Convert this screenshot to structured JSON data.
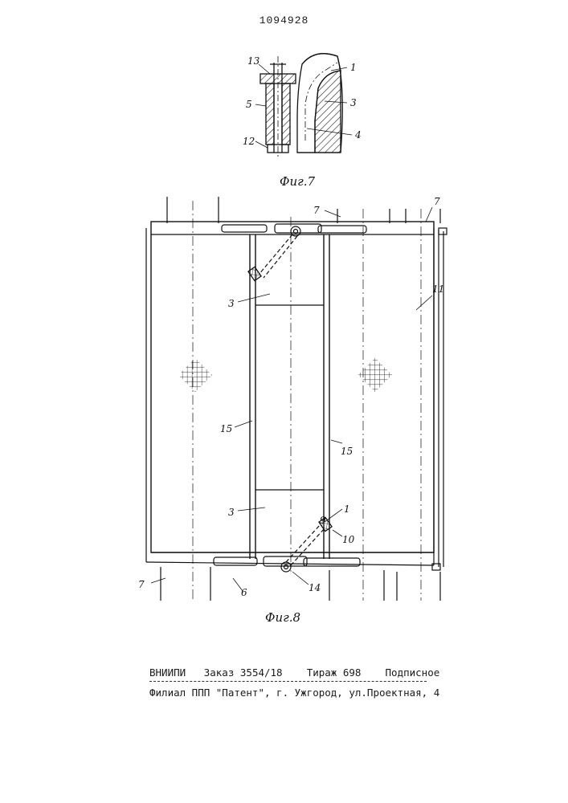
{
  "header": {
    "page_number": "1094928"
  },
  "figure7": {
    "caption": "Фиг.7",
    "labels": {
      "l13": "13",
      "l5": "5",
      "l12": "12",
      "l1": "1",
      "l3": "3",
      "l4": "4"
    }
  },
  "figure8": {
    "caption": "Фиг.8",
    "labels": {
      "l7_top_center": "7",
      "l7_top_right": "7",
      "l11": "11",
      "l3_upper": "3",
      "l15_left": "15",
      "l15_right": "15",
      "l3_lower": "3",
      "l9": "9",
      "l1": "1",
      "l10": "10",
      "l7_bottom": "7",
      "l6": "6",
      "l14": "14"
    }
  },
  "footer": {
    "org": "ВНИИПИ",
    "order": "Заказ 3554/18",
    "print_run": "Тираж 698",
    "subscription": "Подписное",
    "address": "Филиал ППП \"Патент\", г. Ужгород, ул.Проектная, 4"
  }
}
